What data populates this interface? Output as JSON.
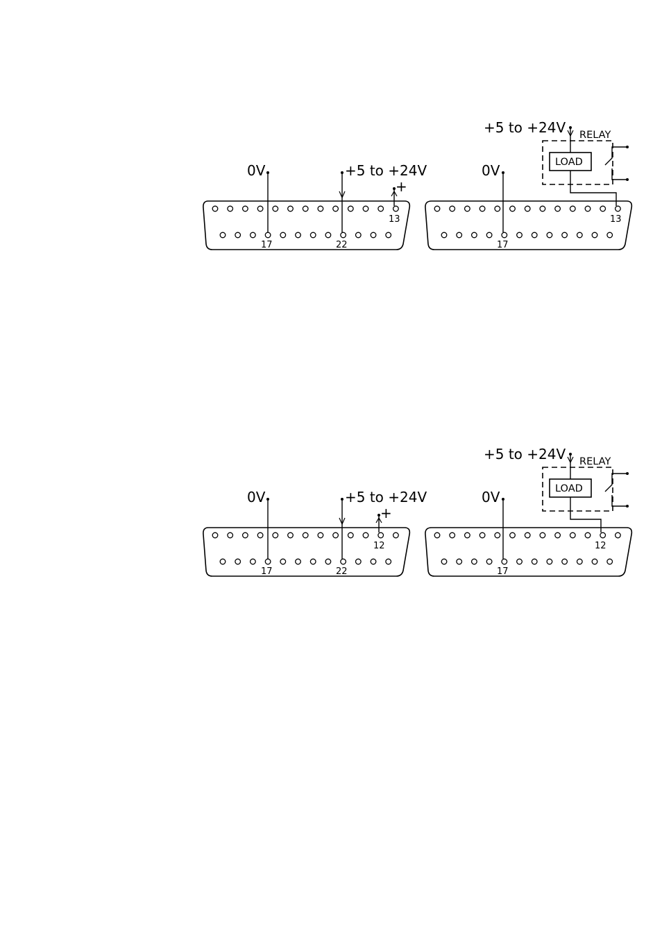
{
  "diagrams": [
    {
      "left": {
        "zero_v": "0V",
        "supply": "+5 to +24V",
        "plus": "+",
        "pin_out": "13",
        "pin_gnd": "17",
        "pin_supply": "22"
      },
      "right": {
        "supply": "+5 to +24V",
        "relay": "RELAY",
        "load": "LOAD",
        "zero_v": "0V",
        "pin_out": "13",
        "pin_gnd": "17"
      }
    },
    {
      "left": {
        "zero_v": "0V",
        "supply": "+5 to +24V",
        "plus": "+",
        "pin_out": "12",
        "pin_gnd": "17",
        "pin_supply": "22"
      },
      "right": {
        "supply": "+5 to +24V",
        "relay": "RELAY",
        "load": "LOAD",
        "zero_v": "0V",
        "pin_out": "12",
        "pin_gnd": "17"
      }
    }
  ]
}
